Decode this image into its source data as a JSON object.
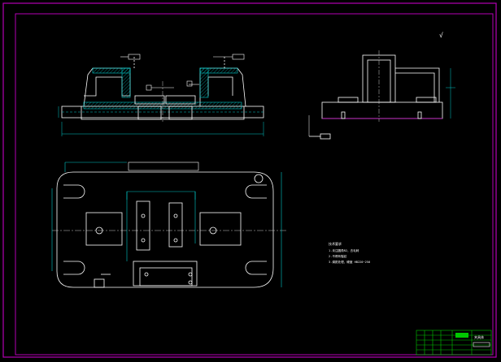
{
  "colors": {
    "background": "#000000",
    "frame": "#b400b4",
    "outline": "#ffffff",
    "hatch": "#00c8c8",
    "dimension": "#00c8c8",
    "center_line": "#c8c8c8",
    "part_alt": "#c800c8",
    "title_block": "#00c800",
    "text": "#ffffff"
  },
  "notes": {
    "heading": "技术要求",
    "lines": [
      "1.未注圆角R2，去毛刺",
      "2.不得有裂纹",
      "3.调质处理，硬度 HB220~250"
    ]
  },
  "roughness_mark": "√",
  "title_block": {
    "drawing_name": "夹具体",
    "rows": 5
  }
}
